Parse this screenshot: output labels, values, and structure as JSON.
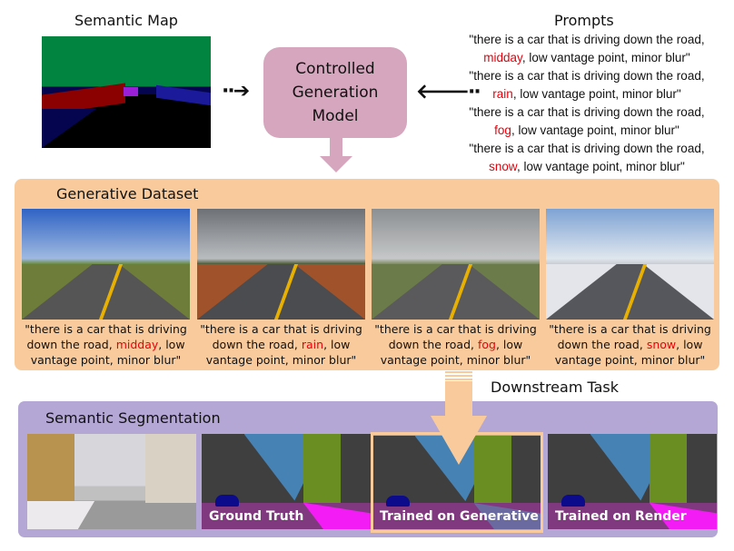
{
  "semantic_map": {
    "title": "Semantic Map"
  },
  "model": {
    "label": "Controlled\nGeneration\nModel",
    "color": "#d5a6bd"
  },
  "prompts": {
    "title": "Prompts",
    "items": [
      {
        "prefix": "\"there is a car that is driving down the road,",
        "keyword": "midday",
        "suffix": ", low vantage point, minor blur\""
      },
      {
        "prefix": "\"there is a car that is driving down the road,",
        "keyword": "rain",
        "suffix": ", low vantage point, minor blur\""
      },
      {
        "prefix": "\"there is a car that is driving down the road,",
        "keyword": "fog",
        "suffix": ", low vantage point, minor blur\""
      },
      {
        "prefix": "\"there is a car that is driving down the road,",
        "keyword": "snow",
        "suffix": ", low vantage point, minor blur\""
      }
    ]
  },
  "generative_dataset": {
    "title": "Generative Dataset",
    "color": "#f9cb9c",
    "captions": [
      {
        "prefix": "\"there is a car that is driving down the road, ",
        "keyword": "midday",
        "suffix": ", low vantage point, minor blur\""
      },
      {
        "prefix": "\"there is a car that is driving down the road, ",
        "keyword": "rain",
        "suffix": ", low vantage point, minor blur\""
      },
      {
        "prefix": "\"there is a car that is driving down the road, ",
        "keyword": "fog",
        "suffix": ", low vantage point, minor blur\""
      },
      {
        "prefix": "\"there is a car that is driving down the road, ",
        "keyword": "snow",
        "suffix": ", low vantage point, minor blur\""
      }
    ]
  },
  "downstream": {
    "label": "Downstream Task"
  },
  "segmentation": {
    "title": "Semantic Segmentation",
    "color": "#b4a7d6",
    "labels": [
      "Ground Truth",
      "Trained on Generative",
      "Trained on Render"
    ]
  }
}
